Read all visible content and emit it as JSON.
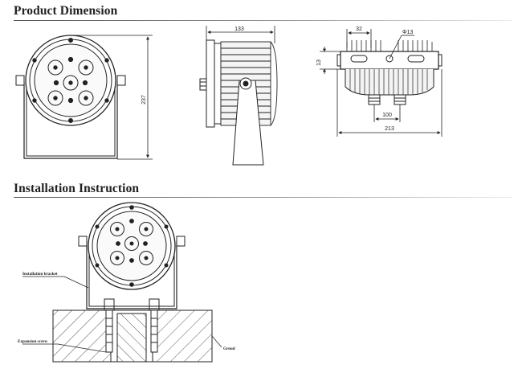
{
  "sections": {
    "product_dimension": "Product Dimension",
    "installation_instruction": "Installation Instruction"
  },
  "dimensions": {
    "height": "237",
    "depth": "133",
    "spacing": "32",
    "hole": "Φ13",
    "offset": "13",
    "mount_spacing": "100",
    "width": "213"
  },
  "installation_labels": {
    "bracket": "Installation bracket",
    "screw": "Expansion screw",
    "ground": "Groud"
  },
  "colors": {
    "line": "#222222",
    "fill_light": "#f2f2f2",
    "hatch": "#444444"
  }
}
